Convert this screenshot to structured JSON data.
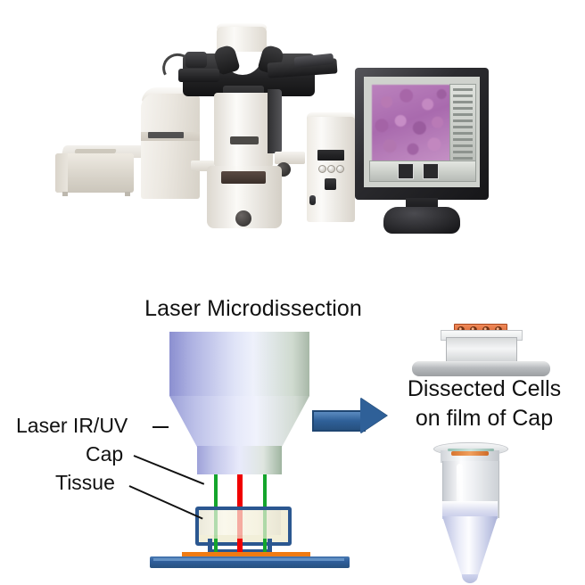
{
  "figure": {
    "background_color": "#ffffff",
    "panels": [
      "laser-microdissection-instrument-photo",
      "laser-microdissection-schematic"
    ]
  },
  "photo": {
    "caption_text": "",
    "items": [
      {
        "name": "printer",
        "description": "beige laser printer at left"
      },
      {
        "name": "microscope",
        "description": "inverted research microscope with binocular head"
      },
      {
        "name": "controller",
        "description": "control unit with LCD display and three buttons"
      },
      {
        "name": "monitor",
        "description": "flat panel display showing H&E stained tissue section"
      }
    ],
    "monitor_screen": {
      "image_type": "histology",
      "stain_colors": [
        "#b276b0",
        "#a163a4",
        "#c693c6"
      ]
    }
  },
  "diagram": {
    "title": "Laser Microdissection",
    "labels": {
      "laser": "Laser IR/UV",
      "cap": "Cap",
      "tissue": "Tissue"
    },
    "result_text_line1": "Dissected Cells",
    "result_text_line2": "on film of Cap",
    "beams": [
      {
        "name": "uv-beam-left",
        "color": "#14a52c"
      },
      {
        "name": "ir-beam-center",
        "color": "#f00000"
      },
      {
        "name": "uv-beam-right",
        "color": "#14a52c"
      }
    ],
    "colors": {
      "objective_blue": "#aeb2e2",
      "objective_green": "#a8b8a8",
      "frame_blue": "#2b5790",
      "slide_blue": "#2f5f9c",
      "tissue_orange": "#f07b12",
      "arrow_blue": "#2f6098",
      "cell_orange": "#d25f2c",
      "tube_liquid": "#c3c8e8",
      "text": "#111111"
    },
    "arrow": {
      "name": "process-arrow",
      "direction": "right"
    },
    "cap_cells": {
      "count": 4
    }
  }
}
